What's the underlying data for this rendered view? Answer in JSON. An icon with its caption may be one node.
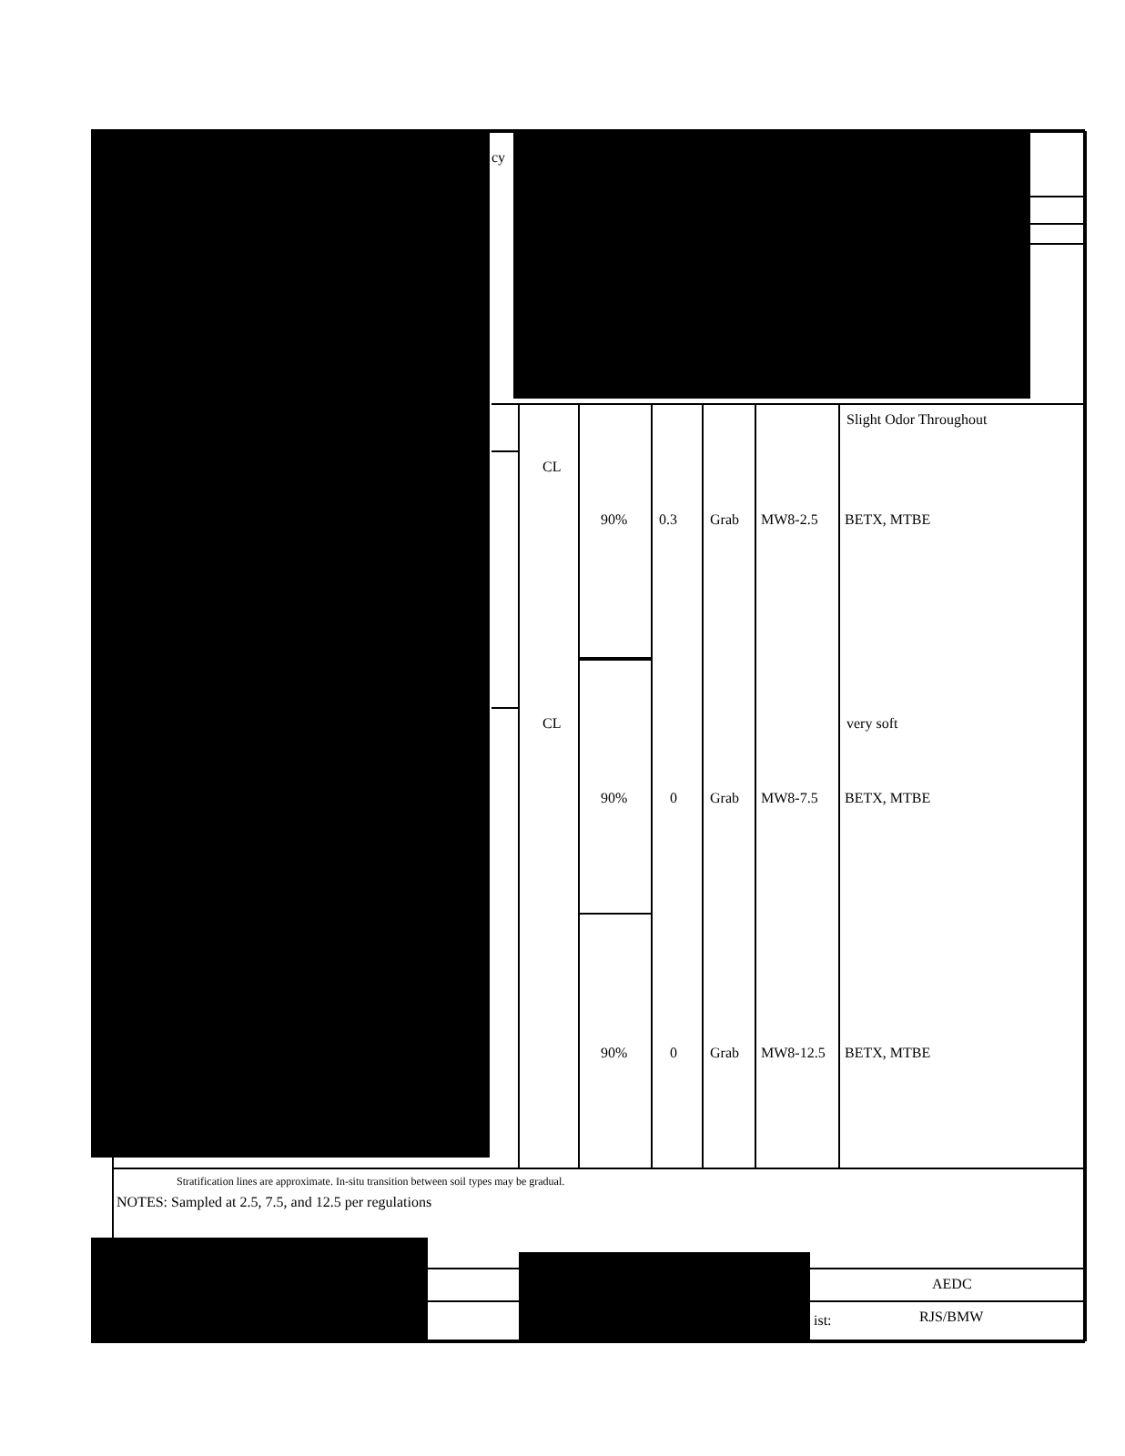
{
  "diagram": {
    "labels": [
      "cy",
      "Slight Odor Throughout",
      "CL",
      "90%",
      "0.3",
      "Grab",
      "MW8-2.5",
      "BETX, MTBE",
      "CL",
      "very soft",
      "90%",
      "0",
      "Grab",
      "MW8-7.5",
      "BETX, MTBE",
      "90%",
      "0",
      "Grab",
      "MW8-12.5",
      "BETX, MTBE",
      "Stratification lines are approximate. In-situ transition between soil types may be gradual.",
      "NOTES: Sampled at 2.5, 7.5, and 12.5 per regulations",
      "AEDC",
      "ist:",
      "RJS/BMW"
    ]
  }
}
